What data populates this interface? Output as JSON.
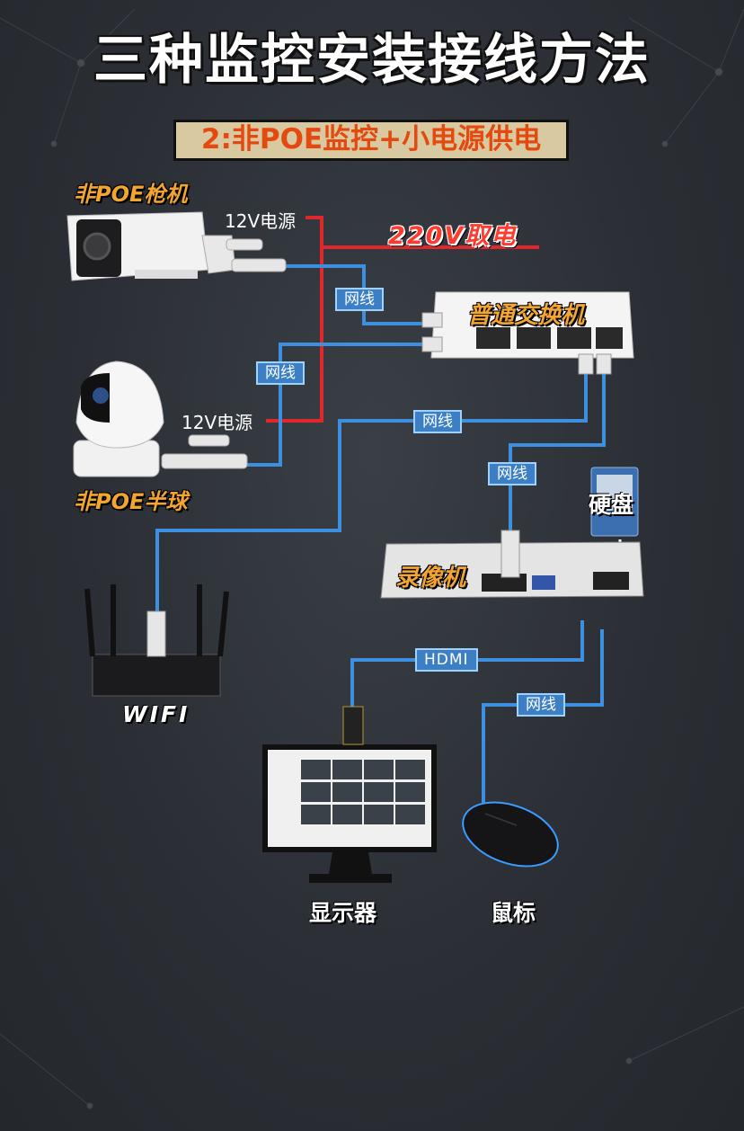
{
  "title": "三种监控安装接线方法",
  "subtitle": "2:非POE监控+小电源供电",
  "labels": {
    "gun_camera": "非POE枪机",
    "dome_camera": "非POE半球",
    "power_12v_top": "12V电源",
    "power_12v_bottom": "12V电源",
    "power_220v": "220V取电",
    "switch": "普通交换机",
    "hdd": "硬盘",
    "nvr": "录像机",
    "wifi": "WIFI",
    "monitor": "显示器",
    "mouse": "鼠标"
  },
  "cables": {
    "net1": "网线",
    "net2": "网线",
    "net3": "网线",
    "net4": "网线",
    "net5": "网线",
    "hdmi": "HDMI"
  },
  "colors": {
    "network_cable": "#3d8fe0",
    "power_cable": "#e0272b",
    "label_orange": "#f3a531",
    "subtitle_text": "#e44a10"
  }
}
